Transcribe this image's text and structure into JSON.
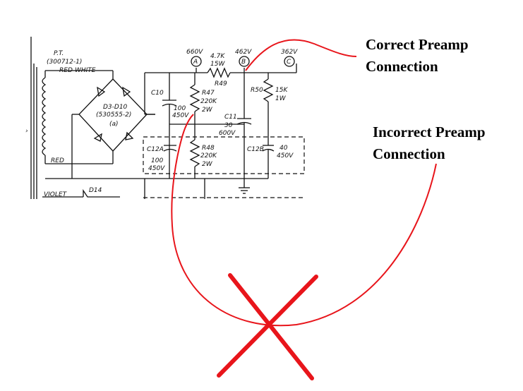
{
  "transformer": {
    "title": "P.T.",
    "part": "(300712-1)",
    "lead_top": "RED-WHITE",
    "lead_bottom": "RED",
    "lead_violet": "VIOLET"
  },
  "rectifier": {
    "name": "D3-D10",
    "part": "(530555-2)",
    "note": "(a)"
  },
  "diode_d14": "D14",
  "nodes": {
    "a": {
      "letter": "A",
      "voltage": "660V"
    },
    "b": {
      "letter": "B",
      "voltage": "462V"
    },
    "c": {
      "letter": "C",
      "voltage": "362V"
    }
  },
  "components": {
    "r49": {
      "value": "4.7K",
      "power": "15W",
      "name": "R49"
    },
    "r50": {
      "name": "R50",
      "value": "15K",
      "power": "1W"
    },
    "r47": {
      "name": "R47",
      "value": "220K",
      "power": "2W"
    },
    "r48": {
      "name": "R48",
      "value": "220K",
      "power": "2W"
    },
    "c10": {
      "name": "C10",
      "value": "100",
      "voltage": "450V"
    },
    "c11": {
      "name": "C11",
      "value": "30",
      "voltage": "600V"
    },
    "c12a": {
      "name": "C12A",
      "value": "100",
      "voltage": "450V"
    },
    "c12b": {
      "name": "C12B",
      "value": "40",
      "voltage": "450V"
    }
  },
  "annotations": {
    "correct": [
      "Correct Preamp",
      "Connection"
    ],
    "incorrect": [
      "Incorrect Preamp",
      "Connection"
    ]
  },
  "colors": {
    "annotation_stroke": "#e8151b",
    "ink": "#111111"
  }
}
